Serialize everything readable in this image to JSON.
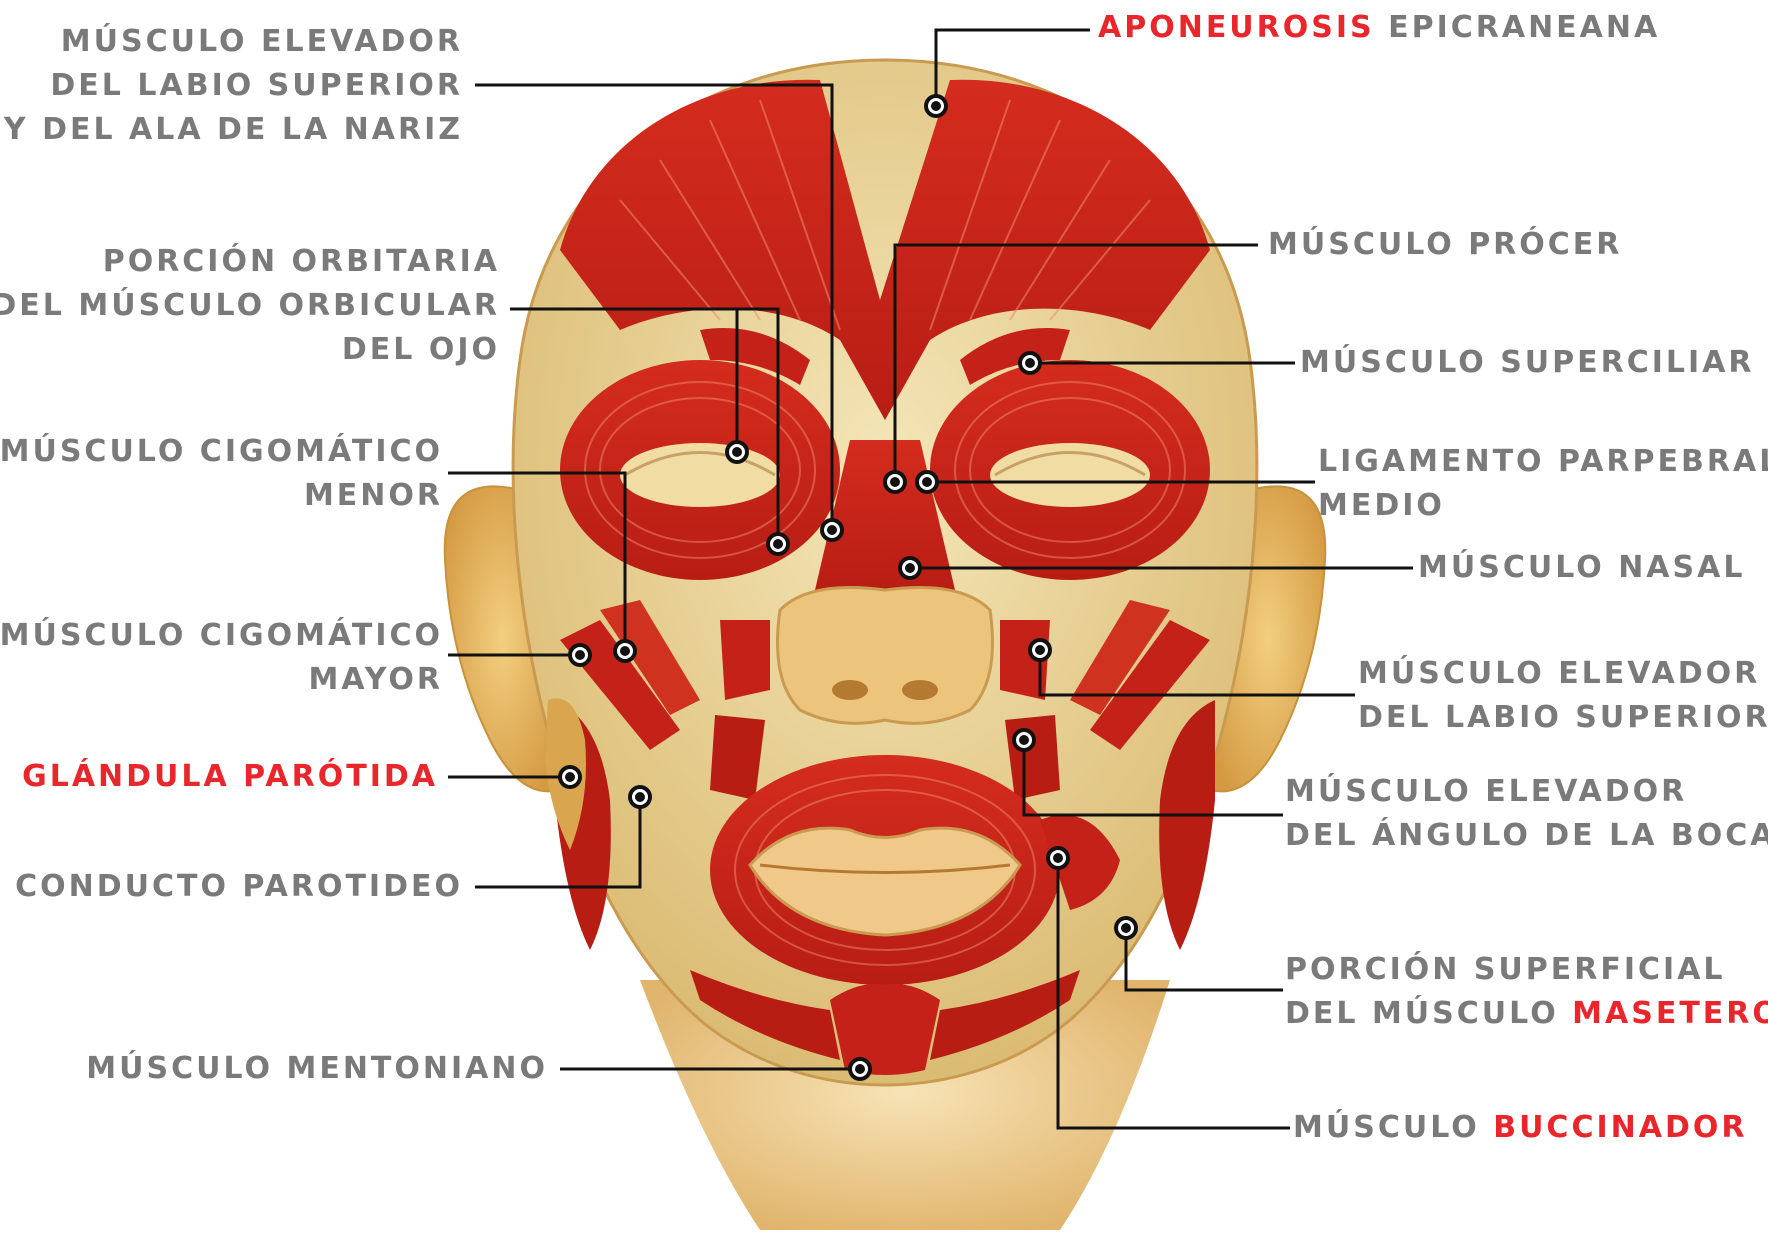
{
  "colors": {
    "label_gray": "#7a7a7a",
    "highlight_red": "#e8262b",
    "muscle_red": "#c8241c",
    "bone": "#e9d79a",
    "skin": "#f3d9a6",
    "leader": "#111111"
  },
  "labels": {
    "aponeurosis": {
      "highlight": "APONEUROSIS",
      "rest": " EPICRANEANA"
    },
    "elevador_ala": {
      "line1": "MÚSCULO ELEVADOR",
      "line2": "DEL LABIO SUPERIOR",
      "line3": "Y DEL ALA DE LA NARIZ"
    },
    "orbitaria": {
      "line1": "PORCIÓN ORBITARIA",
      "line2": "DEL MÚSCULO ORBICULAR",
      "line3": "DEL OJO"
    },
    "cigomatico_menor": {
      "line1": "MÚSCULO CIGOMÁTICO",
      "line2": "MENOR"
    },
    "cigomatico_mayor": {
      "line1": "MÚSCULO CIGOMÁTICO",
      "line2": "MAYOR"
    },
    "parotida": {
      "text": "GLÁNDULA PARÓTIDA"
    },
    "conducto": {
      "text": "CONDUCTO PAROTIDEO"
    },
    "mentoniano": {
      "text": "MÚSCULO MENTONIANO"
    },
    "procer": {
      "text": "MÚSCULO PRÓCER"
    },
    "superciliar": {
      "text": "MÚSCULO SUPERCILIAR"
    },
    "ligamento": {
      "line1": "LIGAMENTO PARPEBRAL",
      "line2": "MEDIO"
    },
    "nasal": {
      "text": "MÚSCULO NASAL"
    },
    "elevador_labio": {
      "line1": "MÚSCULO ELEVADOR",
      "line2": "DEL LABIO SUPERIOR"
    },
    "elevador_angulo": {
      "line1": "MÚSCULO ELEVADOR",
      "line2": "DEL ÁNGULO DE LA BOCA"
    },
    "masetero": {
      "line1": "PORCIÓN SUPERFICIAL",
      "line2_prefix": "DEL MÚSCULO ",
      "line2_highlight": "MASETERO"
    },
    "buccinador": {
      "prefix": "MÚSCULO ",
      "highlight": "BUCCINADOR"
    }
  }
}
